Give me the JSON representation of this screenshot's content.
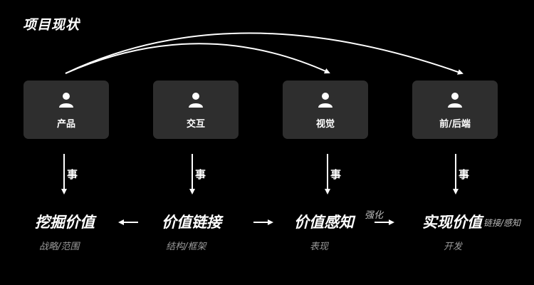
{
  "title": "项目现状",
  "roles": [
    {
      "label": "产品",
      "icon": "person-icon"
    },
    {
      "label": "交互",
      "icon": "person-icon"
    },
    {
      "label": "视觉",
      "icon": "person-icon"
    },
    {
      "label": "前/后端",
      "icon": "person-icon"
    }
  ],
  "down_arrow_label": "事",
  "values": [
    {
      "label": "挖掘价值",
      "sub": "战略/范围"
    },
    {
      "label": "价值链接",
      "sub": "结构/框架"
    },
    {
      "label": "价值感知",
      "sub": "表现"
    },
    {
      "label": "实现价值",
      "sub": "开发"
    }
  ],
  "connector_labels": {
    "strengthen": "强化",
    "link_perceive": "链接/感知"
  },
  "colors": {
    "background": "#000000",
    "card": "#2e2e2e",
    "text": "#ffffff",
    "muted": "#9a9a9a"
  }
}
